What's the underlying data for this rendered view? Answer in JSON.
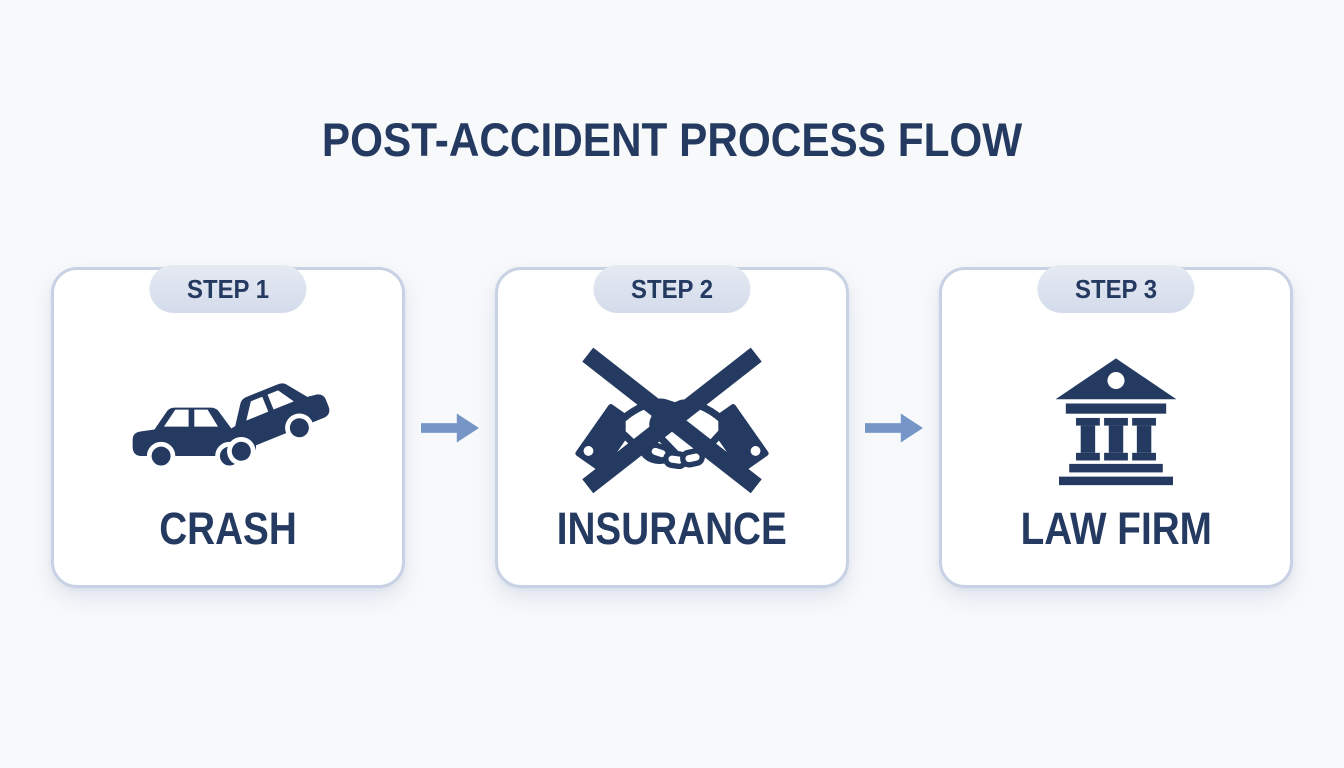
{
  "title": "POST-ACCIDENT PROCESS FLOW",
  "colors": {
    "navy": "#243a60",
    "arrow": "#7596c6",
    "card_border": "#c8d2e4",
    "badge_bg": "#dde3ee",
    "page_bg": "#f8f9fb",
    "card_bg": "#ffffff"
  },
  "steps": [
    {
      "badge": "STEP 1",
      "label": "CRASH",
      "icon": "car-crash-icon"
    },
    {
      "badge": "STEP 2",
      "label": "INSURANCE",
      "icon": "no-handshake-icon"
    },
    {
      "badge": "STEP 3",
      "label": "LAW FIRM",
      "icon": "courthouse-icon"
    }
  ]
}
